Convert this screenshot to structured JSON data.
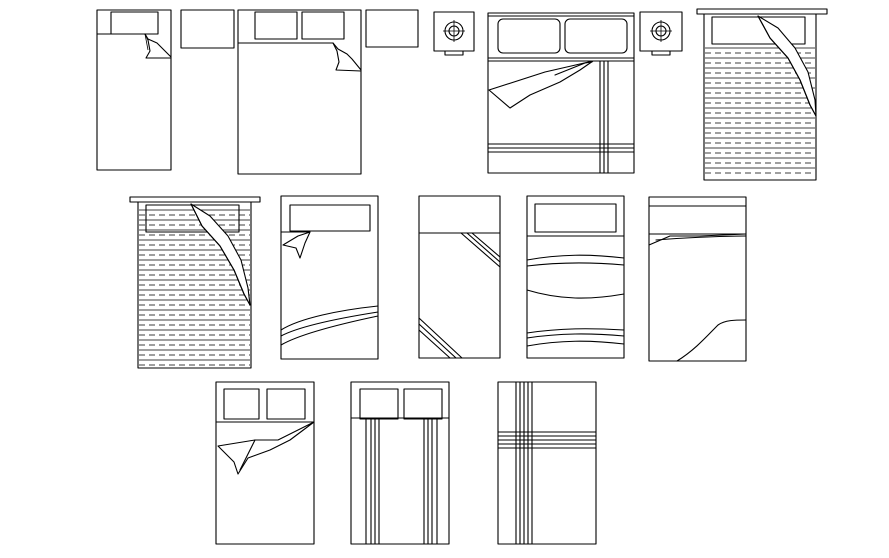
{
  "drawing": {
    "stroke_color": "#000000",
    "background_color": "#ffffff",
    "blocks": [
      "single-bed-folded-sheet",
      "pillow",
      "double-bed-folded-sheet",
      "pillow",
      "nightstand-with-lamp",
      "double-bed-headboard-folded-sheet",
      "nightstand-with-lamp",
      "single-bed-striped-blanket",
      "single-bed-striped-blanket",
      "single-bed-curl-sheet",
      "single-bed-diagonal-sheet",
      "single-bed-wave-lines",
      "single-bed-headboard-curve",
      "double-bed-folded-corner",
      "double-bed-vertical-stripes",
      "bed-plaid-pattern"
    ]
  }
}
